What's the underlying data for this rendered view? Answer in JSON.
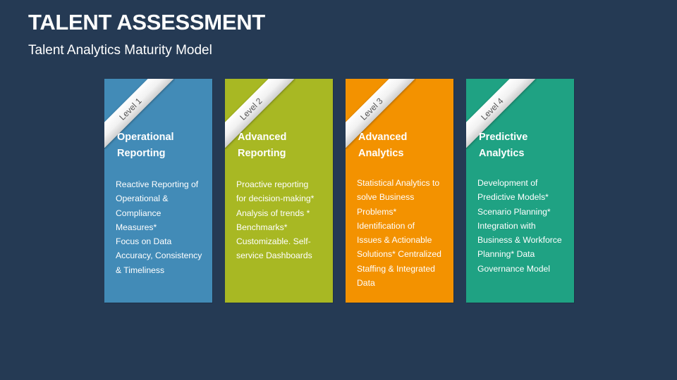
{
  "slide": {
    "title": "TALENT ASSESSMENT",
    "subtitle": "Talent Analytics Maturity Model",
    "background_color": "#253a54"
  },
  "cards": [
    {
      "level": "Level 1",
      "heading_lines": [
        "Operational",
        "Reporting"
      ],
      "body_lines": [
        "Reactive Reporting of",
        "Operational &",
        "Compliance",
        "Measures*",
        "Focus on Data",
        "Accuracy, Consistency",
        "& Timeliness"
      ],
      "color": "#428bb7"
    },
    {
      "level": "Level 2",
      "heading_lines": [
        "Advanced",
        "Reporting"
      ],
      "body_lines": [
        "Proactive reporting",
        "for decision-making*",
        "Analysis of trends *",
        "Benchmarks*",
        "Customizable. Self-",
        "service Dashboards"
      ],
      "color": "#a8b823"
    },
    {
      "level": "Level 3",
      "heading_lines": [
        "Advanced",
        "Analytics"
      ],
      "body_lines": [
        "Statistical Analytics to",
        "solve Business",
        "Problems*",
        "Identification of",
        "Issues & Actionable",
        "Solutions* Centralized",
        "Staffing & Integrated",
        "Data"
      ],
      "color": "#f39200"
    },
    {
      "level": "Level 4",
      "heading_lines": [
        "Predictive",
        "Analytics"
      ],
      "body_lines": [
        "Development of",
        "Predictive Models*",
        "Scenario Planning*",
        "Integration with",
        "Business & Workforce",
        "Planning* Data",
        "Governance Model"
      ],
      "color": "#1fa283"
    }
  ]
}
